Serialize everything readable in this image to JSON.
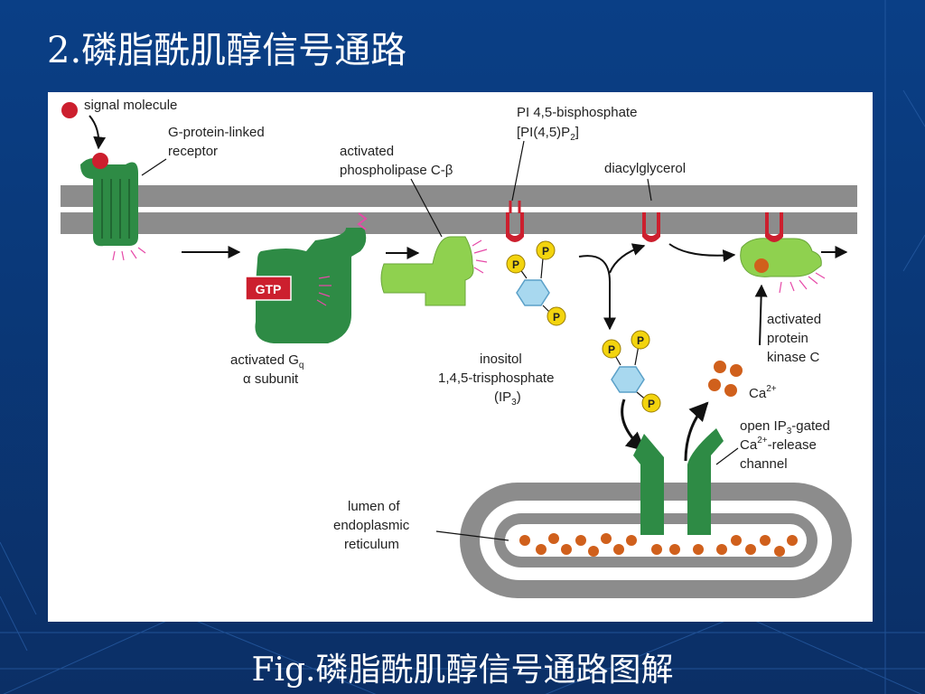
{
  "slide": {
    "title": "2.磷脂酰肌醇信号通路",
    "caption": "Fig.磷脂酰肌醇信号通路图解"
  },
  "colors": {
    "background": "#0a3f86",
    "membrane": "#8c8c8c",
    "receptor": "#2e8b45",
    "enzyme": "#8fd14f",
    "lipid_head": "#cc1f2e",
    "phosphate": "#f3d40e",
    "inositol": "#a8d8ef",
    "calcium": "#d0601c",
    "gtp_box": "#cc1f2e",
    "activation_lines": "#e64aa8"
  },
  "diagram": {
    "labels": {
      "signal_molecule": "signal molecule",
      "receptor_line1": "G-protein-linked",
      "receptor_line2": "receptor",
      "plc_line1": "activated",
      "plc_line2": "phospholipase C-β",
      "pip2_line1": "PI 4,5-bisphosphate",
      "pip2_line2_a": "[PI(4,5)P",
      "pip2_line2_sub": "2",
      "pip2_line2_b": "]",
      "dag": "diacylglycerol",
      "gtp": "GTP",
      "gq_line1_a": "activated G",
      "gq_line1_sub": "q",
      "gq_line2": "α subunit",
      "ip3_line1": "inositol",
      "ip3_line2": "1,4,5-trisphosphate",
      "ip3_line3_a": "(IP",
      "ip3_line3_sub": "3",
      "ip3_line3_b": ")",
      "pkc_line1": "activated",
      "pkc_line2": "protein",
      "pkc_line3": "kinase C",
      "ca_a": "Ca",
      "ca_sup": "2+",
      "channel_line1_a": "open IP",
      "channel_line1_sub": "3",
      "channel_line1_b": "-gated",
      "channel_line2_a": "Ca",
      "channel_line2_sup": "2+",
      "channel_line2_b": "-release",
      "channel_line3": "channel",
      "er_line1": "lumen of",
      "er_line2": "endoplasmic",
      "er_line3": "reticulum",
      "phosphate": "P"
    }
  }
}
